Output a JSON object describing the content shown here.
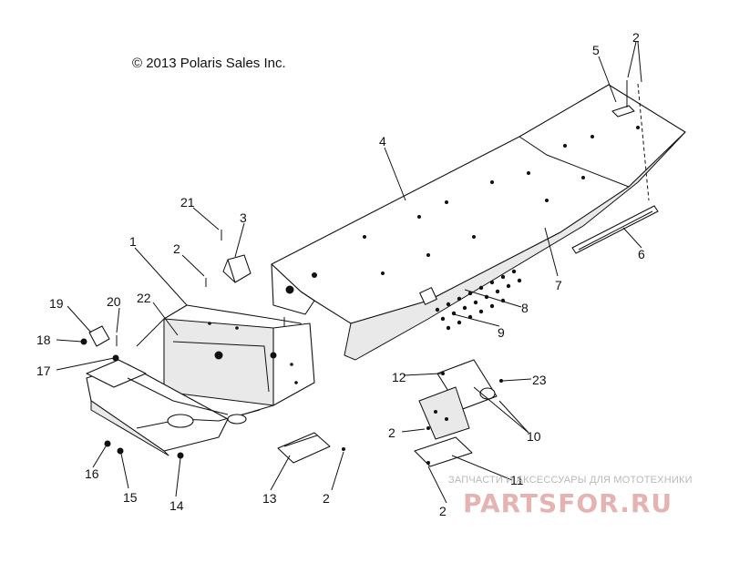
{
  "copyright": "© 2013 Polaris Sales Inc.",
  "callouts": [
    "1",
    "2",
    "2",
    "2",
    "2",
    "2",
    "2",
    "3",
    "4",
    "5",
    "6",
    "7",
    "8",
    "9",
    "10",
    "11",
    "12",
    "13",
    "14",
    "15",
    "16",
    "17",
    "18",
    "19",
    "20",
    "21",
    "22",
    "23"
  ],
  "watermark": {
    "caption": "ЗАПЧАСТИ И АКСЕССУАРЫ ДЛЯ МОТОТЕХНИКИ",
    "logo": "PARTSFOR.RU"
  }
}
